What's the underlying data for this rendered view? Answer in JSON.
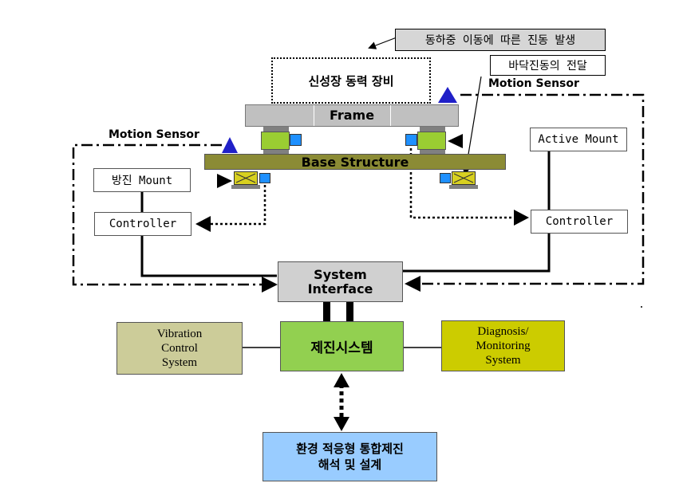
{
  "callouts": {
    "load_vibration": "동하중 이동에 따른 진동 발생",
    "floor_transfer": "바닥진동의 전달"
  },
  "equipment": {
    "label": "신성장 동력 장비"
  },
  "structure": {
    "frame": "Frame",
    "base": "Base Structure"
  },
  "sensors": {
    "right": "Motion Sensor",
    "left": "Motion Sensor"
  },
  "mounts": {
    "passive": "방진 Mount",
    "active": "Active Mount"
  },
  "controllers": {
    "left": "Controller",
    "right": "Controller"
  },
  "interface": {
    "line1": "System",
    "line2": "Interface"
  },
  "control_system": {
    "label": "제진시스템"
  },
  "vibration_control": {
    "line1": "Vibration",
    "line2": "Control",
    "line3": "System"
  },
  "diagnosis": {
    "line1": "Diagnosis/",
    "line2": "Monitoring",
    "line3": "System"
  },
  "analysis": {
    "line1": "환경 적응형 통합제진",
    "line2": "해석 및 설계"
  },
  "colors": {
    "frame": "#c0c0c0",
    "base": "#8b8b35",
    "actuator": "#9acd32",
    "sensor": "#1e90ff",
    "triangle": "#2020c8",
    "passive_mount": "#d8d020",
    "control_system": "#92d050",
    "vibration_control": "#cccc99",
    "diagnosis": "#cccc00",
    "analysis": "#99ccff",
    "interface": "#d0d0d0"
  }
}
